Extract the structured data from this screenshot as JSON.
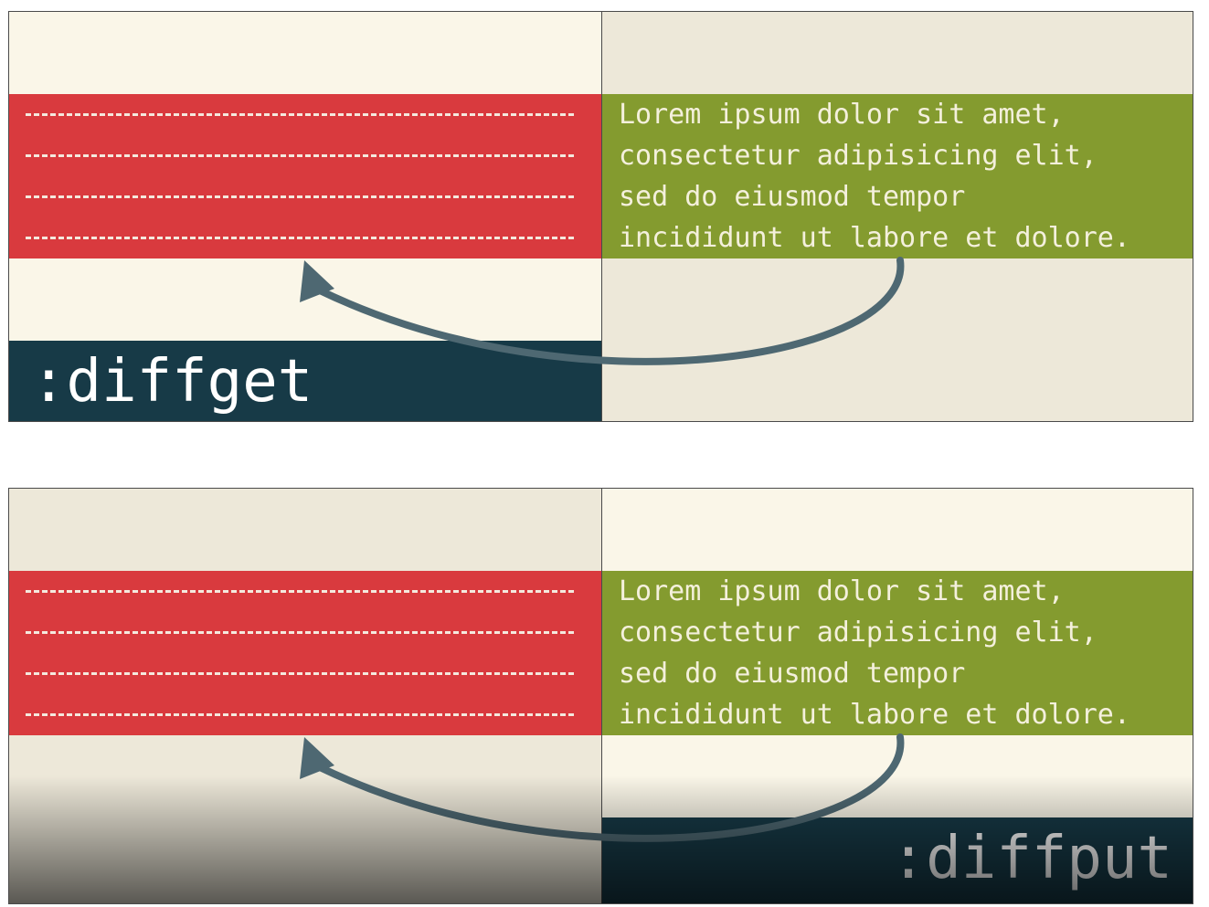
{
  "colors": {
    "deleted_band": "#d93a3e",
    "added_band": "#849b2f",
    "command_bar": "#173a47",
    "arrow": "#4e6872",
    "pane_light": "#faf6e8",
    "pane_beige": "#ede8d9"
  },
  "text_lines": [
    "Lorem ipsum dolor sit amet,",
    "consectetur adipisicing elit,",
    "sed do eiusmod tempor",
    "incididunt ut labore et dolore."
  ],
  "top_panel": {
    "command": ":diffget",
    "lines": [
      "Lorem ipsum dolor sit amet,",
      "consectetur adipisicing elit,",
      "sed do eiusmod tempor",
      "incididunt ut labore et dolore."
    ]
  },
  "bottom_panel": {
    "command": ":diffput",
    "lines": [
      "Lorem ipsum dolor sit amet,",
      "consectetur adipisicing elit,",
      "sed do eiusmod tempor",
      "incididunt ut labore et dolore."
    ]
  },
  "icons": [
    "curved-arrow-icon"
  ]
}
